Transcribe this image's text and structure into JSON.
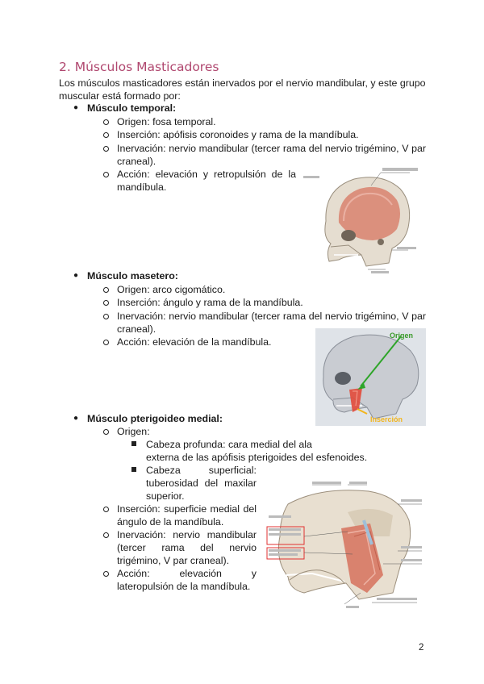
{
  "section_title": "2. Músculos Masticadores",
  "intro": {
    "line1": "Los músculos masticadores están inervados por el nervio mandibular, y este grupo",
    "line2": "muscular está formado por:"
  },
  "temporal": {
    "heading": "Músculo temporal:",
    "origen": "Origen: fosa temporal.",
    "insercion": "Inserción: apófisis coronoides y rama de la mandíbula.",
    "inervacion_1": "Inervación: nervio mandibular (tercer rama del nervio trigémino, V par",
    "inervacion_2": "craneal).",
    "accion_1": "Acción: elevación y retropulsión de la",
    "accion_2": "mandíbula."
  },
  "masetero": {
    "heading": "Músculo masetero:",
    "origen": "Origen: arco cigomático.",
    "insercion": "Inserción: ángulo y rama de la mandíbula.",
    "inervacion_1": "Inervación: nervio mandibular (tercer rama del nervio trigémino, V par",
    "inervacion_2": "craneal).",
    "accion": "Acción: elevación de la mandíbula.",
    "figure_labels": {
      "origen": "Origen",
      "insercion": "Inserción"
    }
  },
  "pterigoideo": {
    "heading": "Músculo pterigoideo medial:",
    "origen": "Origen:",
    "profunda_1": "Cabeza profunda: cara medial del ala",
    "profunda_2": "externa de las apófisis pterigoides del esfenoides.",
    "superficial_1": "Cabeza superficial:",
    "superficial_2": "tuberosidad del maxilar",
    "superficial_3": "superior.",
    "insercion_1": "Inserción: superficie medial del",
    "insercion_2": "ángulo de la mandíbula.",
    "inervacion_1": "Inervación: nervio mandibular",
    "inervacion_2": "(tercer rama del nervio",
    "inervacion_3": "trigémino, V par craneal).",
    "accion_1": "Acción: elevación y",
    "accion_2": "lateropulsión de la mandíbula."
  },
  "page_number": "2",
  "colors": {
    "title": "#b0476f",
    "muscle": "#d9826e",
    "origen_label": "#3a9a2a",
    "insercion_label": "#f2b51c"
  }
}
